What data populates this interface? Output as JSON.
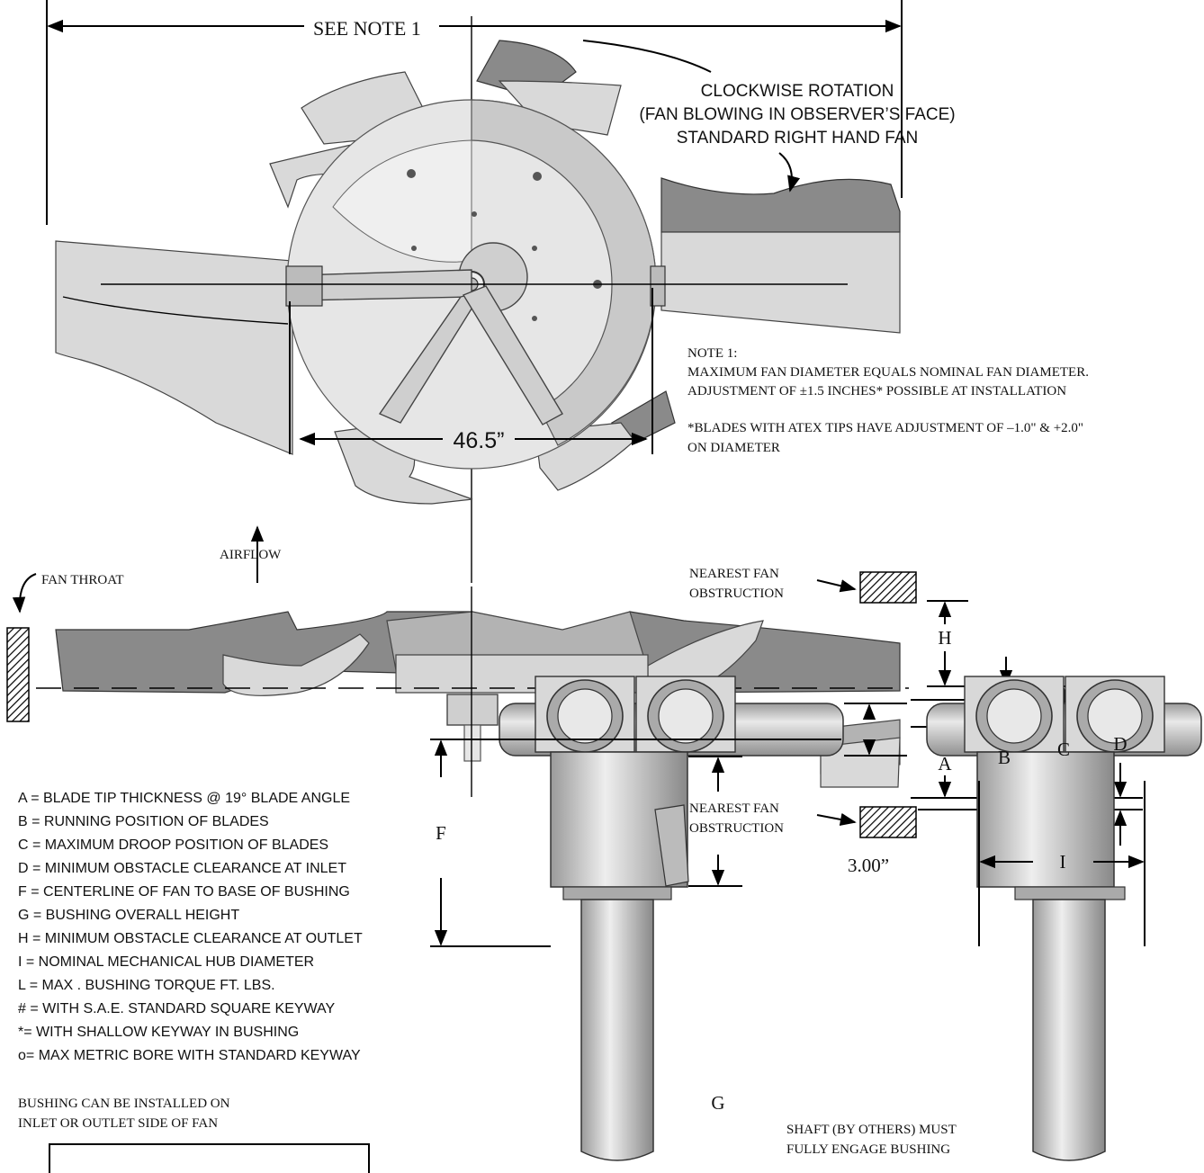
{
  "top_view": {
    "see_note": "SEE NOTE 1",
    "rotation_line1": "CLOCKWISE ROTATION",
    "rotation_line2": "(FAN BLOWING IN OBSERVER’S FACE)",
    "rotation_line3": "STANDARD RIGHT HAND FAN",
    "hub_dimension": "46.5”"
  },
  "note": {
    "title": "NOTE 1:",
    "line1": "MAXIMUM FAN DIAMETER EQUALS NOMINAL FAN DIAMETER.",
    "line2": "ADJUSTMENT OF ±1.5 INCHES* POSSIBLE AT INSTALLATION",
    "line3": "*BLADES WITH ATEX TIPS HAVE ADJUSTMENT OF –1.0\" & +2.0\"",
    "line4": "ON DIAMETER"
  },
  "side_view": {
    "airflow": "AIRFLOW",
    "fan_throat": "FAN THROAT",
    "obstruction_top_1": "NEAREST FAN",
    "obstruction_top_2": "OBSTRUCTION",
    "obstruction_bottom_1": "NEAREST FAN",
    "obstruction_bottom_2": "OBSTRUCTION",
    "dim_h": "H",
    "dim_a": "A",
    "dim_b": "B",
    "dim_c": "C",
    "dim_d": "D"
  },
  "legend": [
    {
      "text": "A = BLADE TIP THICKNESS @ 19° BLADE ANGLE"
    },
    {
      "text": "B = RUNNING POSITION OF BLADES"
    },
    {
      "text": "C = MAXIMUM DROOP POSITION OF BLADES"
    },
    {
      "text": "D = MINIMUM OBSTACLE CLEARANCE AT INLET"
    },
    {
      "text": "F = CENTERLINE OF FAN TO BASE OF BUSHING"
    },
    {
      "text": "G = BUSHING OVERALL HEIGHT"
    },
    {
      "text": "H = MINIMUM OBSTACLE CLEARANCE AT OUTLET"
    },
    {
      "text": "I = NOMINAL MECHANICAL HUB DIAMETER"
    },
    {
      "text": "L = MAX . BUSHING TORQUE FT. LBS."
    },
    {
      "text": "# = WITH S.A.E. STANDARD SQUARE KEYWAY"
    },
    {
      "text": "*= WITH SHALLOW KEYWAY IN BUSHING"
    },
    {
      "text": "o= MAX METRIC BORE WITH STANDARD KEYWAY"
    }
  ],
  "bushing": {
    "note_line1": "BUSHING CAN BE INSTALLED ON",
    "note_line2": "INLET OR OUTLET SIDE OF FAN",
    "dim_f": "F",
    "dim_g": "G",
    "dim_i": "I",
    "pipe_dim": "3.00”",
    "shaft_line1": "SHAFT (BY OTHERS) MUST",
    "shaft_line2": "FULLY ENGAGE BUSHING"
  }
}
